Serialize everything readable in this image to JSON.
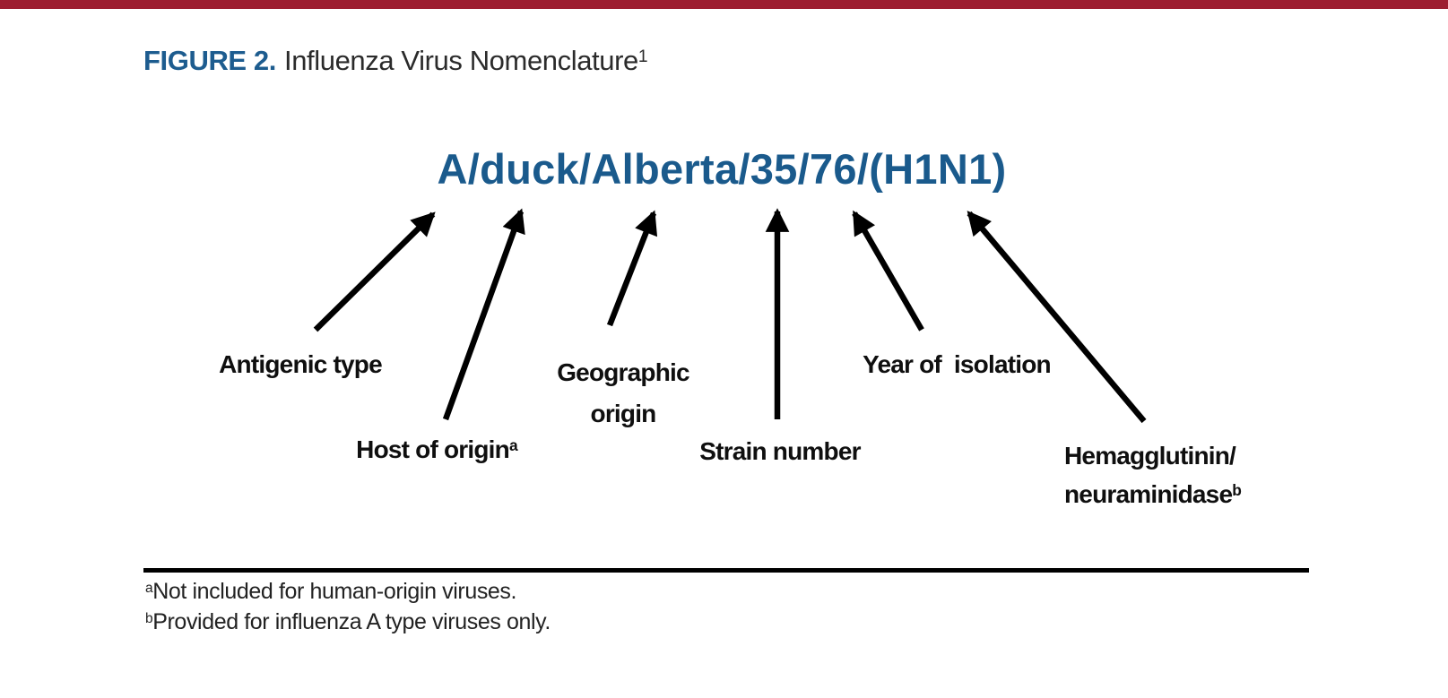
{
  "page": {
    "top_bar_color": "#9d1d30",
    "accent_blue": "#1a5a8c",
    "arrow_color": "#000000"
  },
  "figure": {
    "label": "FIGURE 2.",
    "title": "Influenza Virus Nomenclature",
    "title_superscript": "1"
  },
  "nomenclature": {
    "text": "A/duck/Alberta/35/76/(H1N1)"
  },
  "labels": {
    "antigenic_type": "Antigenic type",
    "host_of_origin": "Host of origin",
    "host_of_origin_sup": "a",
    "geographic_origin_line1": "Geographic",
    "geographic_origin_line2": "origin",
    "strain_number": "Strain number",
    "year_of_isolation": "Year of  isolation",
    "hemagglutinin_line1": "Hemagglutinin/",
    "hemagglutinin_line2": "neuraminidase",
    "hemagglutinin_sup": "b"
  },
  "footnotes": [
    {
      "sup": "a",
      "text": "Not included for human-origin viruses."
    },
    {
      "sup": "b",
      "text": "Provided for influenza A type viruses only."
    }
  ]
}
